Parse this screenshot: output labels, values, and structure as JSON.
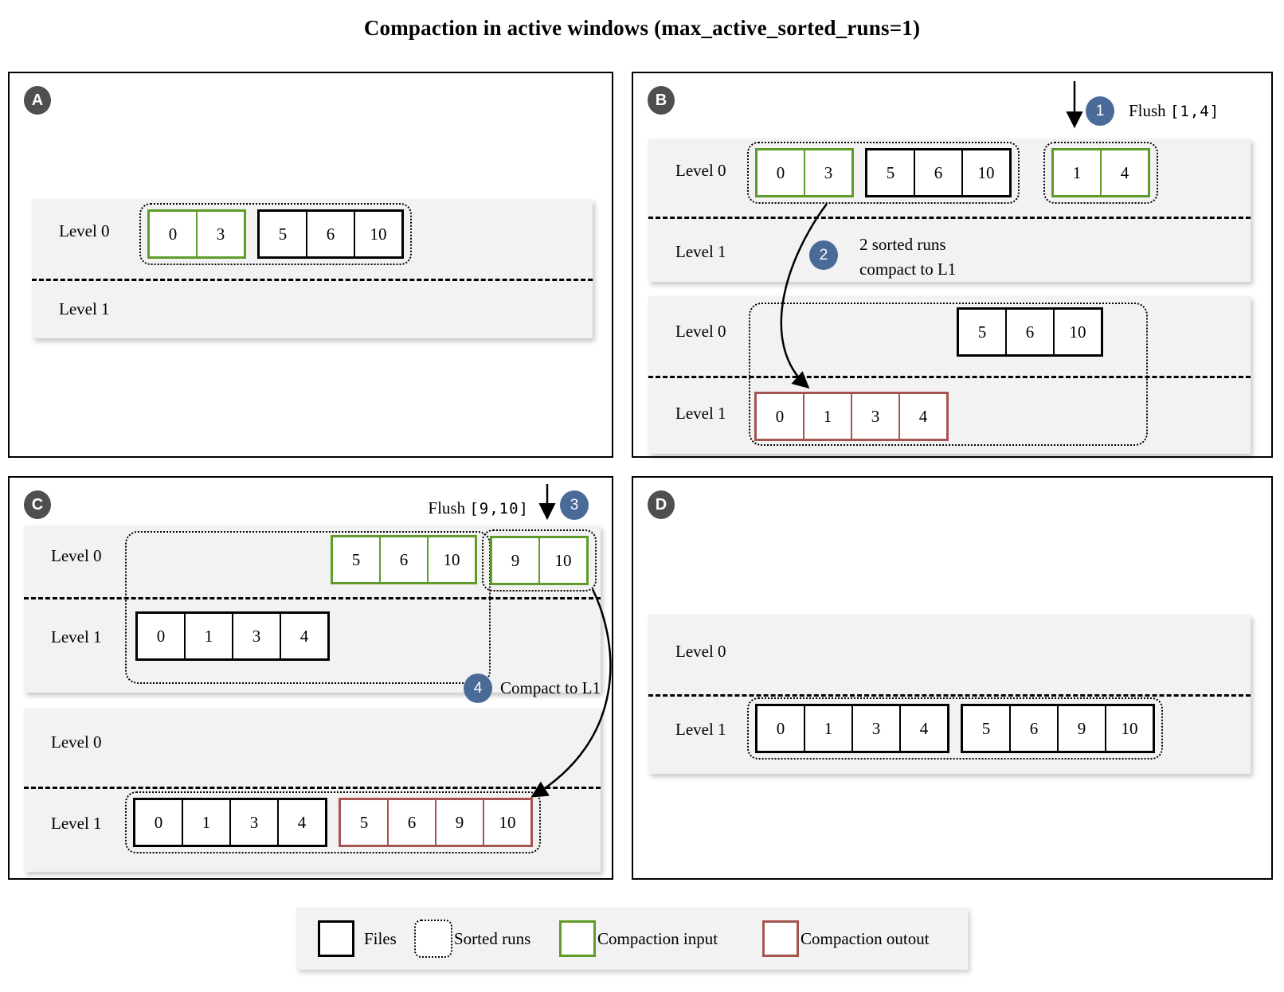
{
  "title": "Compaction in active windows (max_active_sorted_runs=1)",
  "levels": {
    "l0": "Level 0",
    "l1": "Level 1"
  },
  "panels": {
    "a": {
      "label": "A",
      "green_file": [
        "0",
        "3"
      ],
      "black_file": [
        "5",
        "6",
        "10"
      ]
    },
    "b": {
      "label": "B",
      "flush_badge": "1",
      "flush_label": "Flush",
      "flush_range": "[1,4]",
      "compact_badge": "2",
      "compact_line1": "2 sorted runs",
      "compact_line2": "compact to L1",
      "before": {
        "green_file": [
          "0",
          "3"
        ],
        "black_file": [
          "5",
          "6",
          "10"
        ],
        "flushed_file": [
          "1",
          "4"
        ]
      },
      "after": {
        "black_file": [
          "5",
          "6",
          "10"
        ],
        "red_file": [
          "0",
          "1",
          "3",
          "4"
        ]
      }
    },
    "c": {
      "label": "C",
      "flush_badge": "3",
      "flush_label": "Flush",
      "flush_range": "[9,10]",
      "compact_badge": "4",
      "compact_label": "Compact to L1",
      "before": {
        "green_file": [
          "5",
          "6",
          "10"
        ],
        "flushed_file": [
          "9",
          "10"
        ],
        "black_file": [
          "0",
          "1",
          "3",
          "4"
        ]
      },
      "after": {
        "black_file": [
          "0",
          "1",
          "3",
          "4"
        ],
        "red_file": [
          "5",
          "6",
          "9",
          "10"
        ]
      }
    },
    "d": {
      "label": "D",
      "after": {
        "black_file_1": [
          "0",
          "1",
          "3",
          "4"
        ],
        "black_file_2": [
          "5",
          "6",
          "9",
          "10"
        ]
      }
    }
  },
  "legend": {
    "files": "Files",
    "sorted_runs": "Sorted runs",
    "compaction_input": "Compaction input",
    "compaction_output": "Compaction outout"
  },
  "colors": {
    "compaction_input_green": "#5f9b28",
    "compaction_output_red": "#a5544e",
    "badge_blue": "#4a6b98",
    "badge_gray": "#4f4f4f",
    "window_gray": "#f2f2f2"
  }
}
